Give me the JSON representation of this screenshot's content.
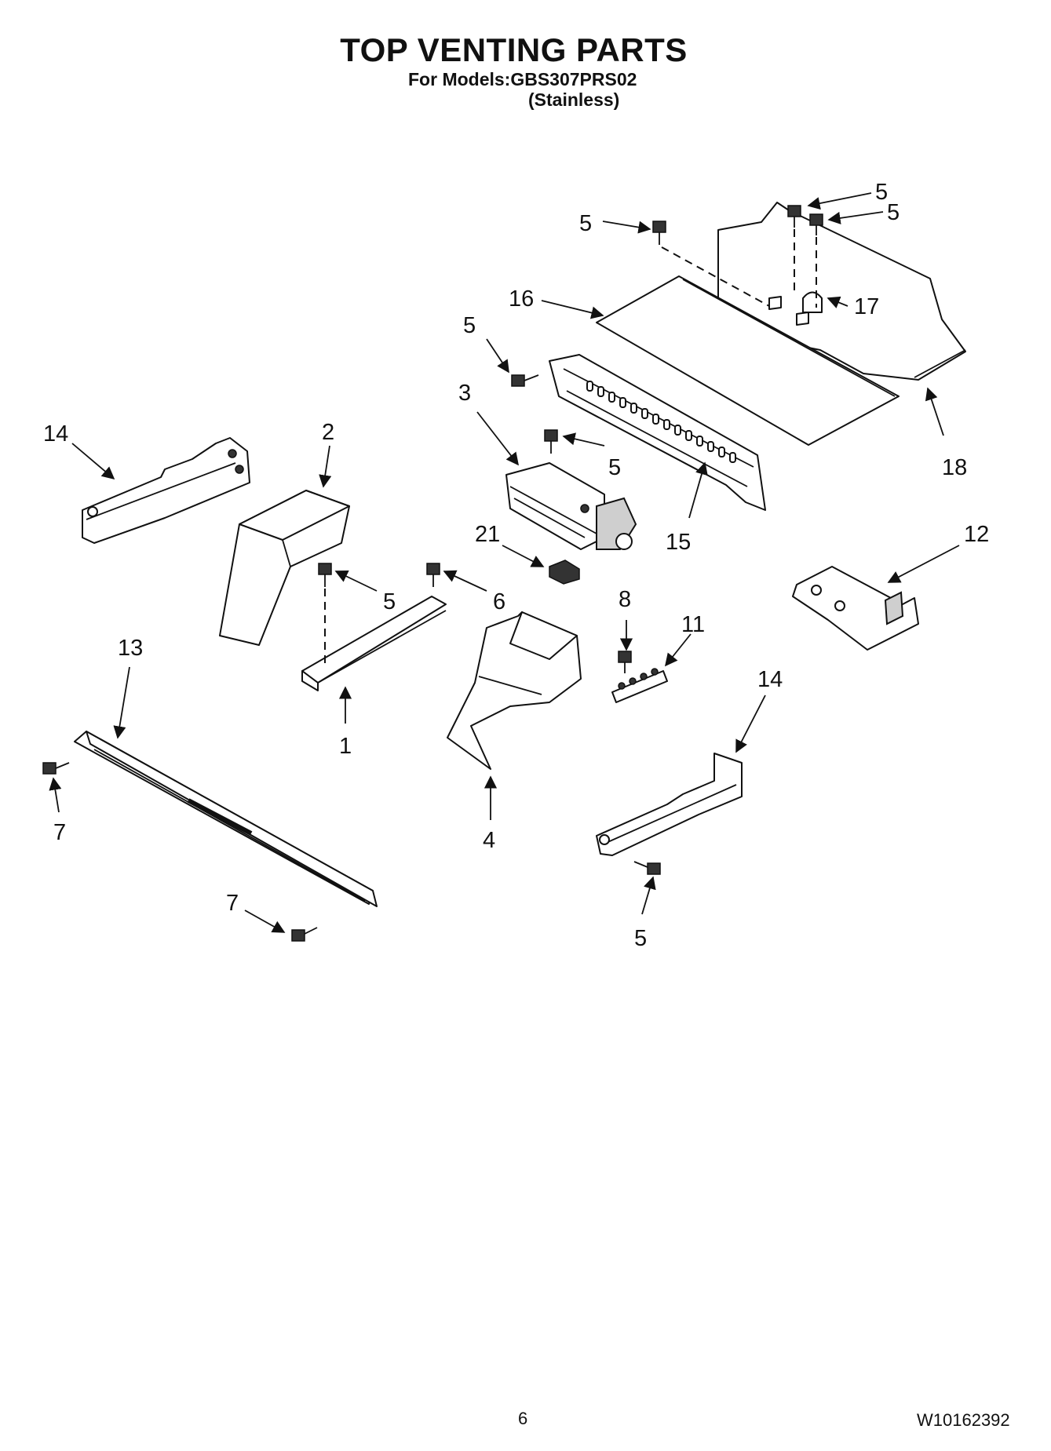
{
  "header": {
    "title": "TOP VENTING PARTS",
    "models_line": "For Models:GBS307PRS02",
    "finish_line": "(Stainless)"
  },
  "footer": {
    "page_number": "6",
    "document_number": "W10162392"
  },
  "callouts": [
    "5",
    "5",
    "5",
    "16",
    "17",
    "5",
    "18",
    "3",
    "5",
    "14",
    "2",
    "15",
    "21",
    "12",
    "5",
    "6",
    "8",
    "11",
    "13",
    "14",
    "1",
    "4",
    "7",
    "7",
    "5"
  ]
}
